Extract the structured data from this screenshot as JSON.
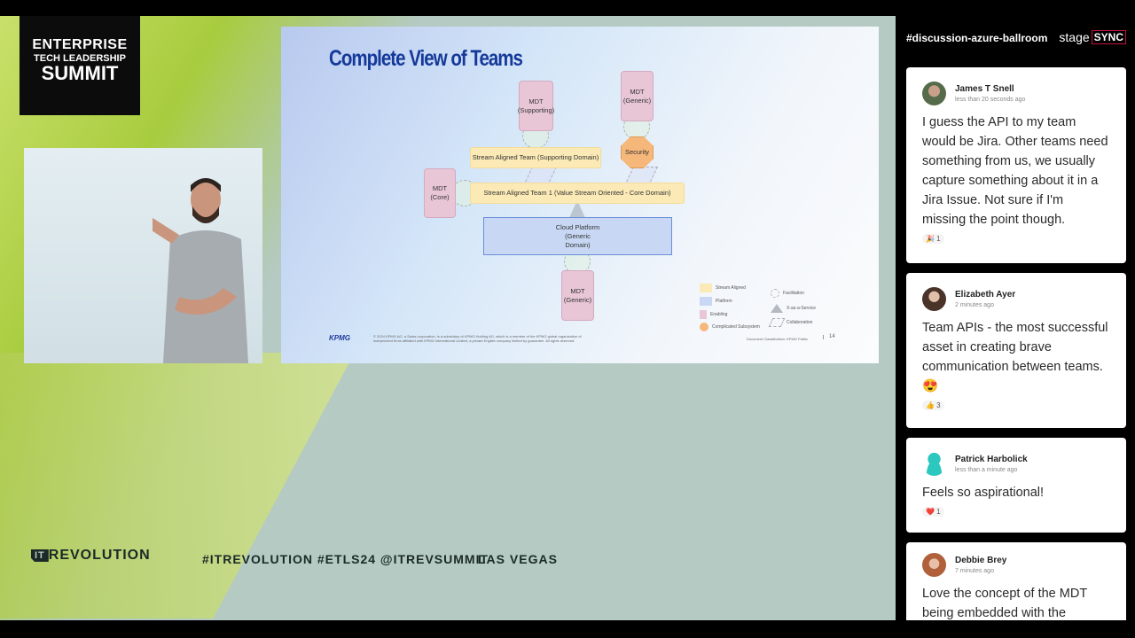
{
  "event_logo": {
    "line1": "ENTERPRISE",
    "line2": "TECH LEADERSHIP",
    "line3": "SUMMIT"
  },
  "slide": {
    "title": "Complete View of Teams",
    "boxes": {
      "mdt_supporting": "MDT (Supporting)",
      "mdt_generic_top": "MDT (Generic)",
      "security": "Security",
      "sa_supporting": "Stream Aligned Team (Supporting Domain)",
      "mdt_core": "MDT (Core)",
      "sa_team1": "Stream Aligned Team 1 (Value Stream Oriented - Core Domain)",
      "cloud_platform": "Cloud Platform (Generic Domain)",
      "mdt_generic_bottom": "MDT (Generic)"
    },
    "legend": {
      "stream_aligned": "Stream Aligned",
      "platform": "Platform",
      "enabling": "Enabling",
      "complicated": "Complicated Subsystem",
      "facilitation": "Facilitation",
      "xaas": "X-as-a-Service",
      "collaboration": "Collaboration"
    },
    "footer_logo": "KPMG",
    "footer_text": "© 2024 KPMG AG, a Swiss corporation, is a subsidiary of KPMG Holding AG, which is a member of the KPMG global organization of independent firms affiliated with KPMG International Limited, a private English company limited by guarantee. All rights reserved.",
    "classification": "Document Classification: KPMG Public",
    "page": "14"
  },
  "bottom_bar": {
    "logo": "REVOLUTION",
    "logo_prefix": "IT",
    "hashtags": "#ITREVOLUTION  #ETLS24  @ITREVSUMMIT",
    "location": "LAS VEGAS"
  },
  "sidebar": {
    "channel": "#discussion-azure-ballroom",
    "brand_a": "stage",
    "brand_b": "SYNC",
    "posts": [
      {
        "name": "James T Snell",
        "time": "less than 20 seconds ago",
        "text": "I guess the API to my team would be Jira. Other teams need something from us, we usually capture something about it in a Jira Issue. Not sure if I'm missing the point though.",
        "reaction": "🎉 1"
      },
      {
        "name": "Elizabeth Ayer",
        "time": "2 minutes ago",
        "text": "Team APIs - the most successful asset in creating brave communication between teams. 😍",
        "reaction": "👍 3"
      },
      {
        "name": "Patrick Harbolick",
        "time": "less than a minute ago",
        "text": "Feels so aspirational!",
        "reaction": "❤️ 1"
      },
      {
        "name": "Debbie Brey",
        "time": "7 minutes ago",
        "text": "Love the concept of the MDT being embedded with the",
        "reaction": ""
      }
    ]
  }
}
